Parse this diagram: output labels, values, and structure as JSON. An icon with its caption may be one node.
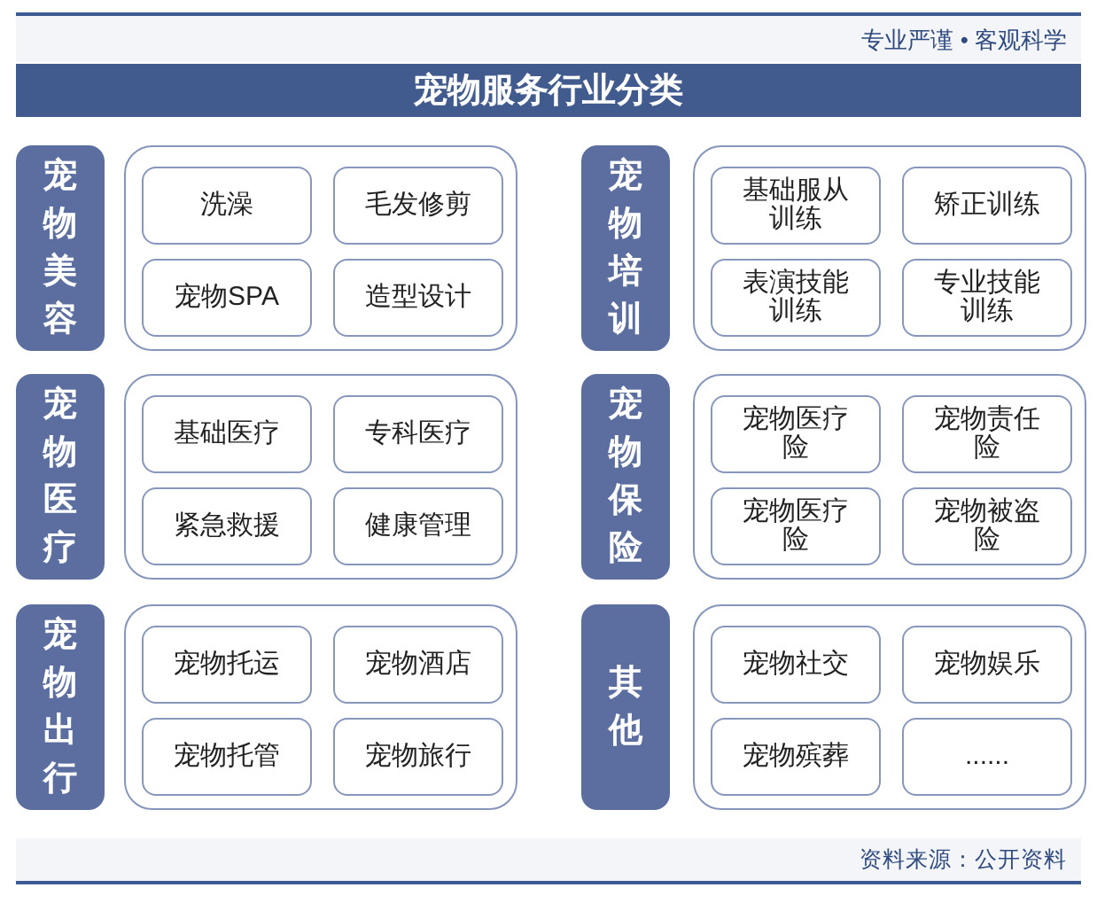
{
  "diagram": {
    "title": "宠物服务行业分类",
    "nodes": [
      {
        "text": [
          "宠物美容"
        ]
      },
      {
        "text": [],
        "shape": "box"
      },
      {
        "text": [
          "洗澡"
        ],
        "in": 1
      },
      {
        "text": [
          "毛发修剪"
        ],
        "in": 1
      },
      {
        "text": [
          "宠物SPA"
        ],
        "in": 1
      },
      {
        "text": [
          "造型设计"
        ],
        "in": 1
      },
      {
        "text": [
          "宠物培训"
        ]
      },
      {
        "text": [],
        "shape": "box"
      },
      {
        "text": [
          "基础服从训练"
        ],
        "in": 7
      },
      {
        "text": [
          "矫正训练"
        ],
        "in": 7
      },
      {
        "text": [
          "表演技能训练"
        ],
        "in": 7
      },
      {
        "text": [
          "专业技能训练"
        ],
        "in": 7
      },
      {
        "text": [
          "宠物医疗"
        ]
      },
      {
        "text": [],
        "shape": "box"
      },
      {
        "text": [
          "基础医疗"
        ],
        "in": 13
      },
      {
        "text": [
          "专科医疗"
        ],
        "in": 13
      },
      {
        "text": [
          "紧急救援"
        ],
        "in": 13
      },
      {
        "text": [
          "健康管理"
        ],
        "in": 13
      },
      {
        "text": [
          "宠物保险"
        ]
      },
      {
        "text": [],
        "shape": "box"
      },
      {
        "text": [
          "宠物医疗险"
        ],
        "in": 19
      },
      {
        "text": [
          "宠物责任险"
        ],
        "in": 19
      },
      {
        "text": [
          "宠物医疗险"
        ],
        "in": 19
      },
      {
        "text": [
          "宠物被盗险"
        ],
        "in": 19
      },
      {
        "text": [
          "宠物出行"
        ]
      },
      {
        "text": [],
        "shape": "box"
      },
      {
        "text": [
          "宠物托运"
        ],
        "in": 25
      },
      {
        "text": [
          "宠物酒店"
        ],
        "in": 25
      },
      {
        "text": [
          "宠物托管"
        ],
        "in": 25
      },
      {
        "text": [
          "宠物旅行"
        ],
        "in": 25
      },
      {
        "text": [
          "其他"
        ]
      },
      {
        "text": [],
        "shape": "box"
      },
      {
        "text": [
          "宠物社交"
        ],
        "in": 31
      },
      {
        "text": [
          "宠物娱乐"
        ],
        "in": 31
      },
      {
        "text": [
          "宠物殡葬"
        ],
        "in": 31
      },
      {
        "text": [
          "......"
        ],
        "in": 31
      }
    ],
    "labels": [
      "专业严谨 • 客观科学",
      "资料来源：公开资料"
    ]
  }
}
